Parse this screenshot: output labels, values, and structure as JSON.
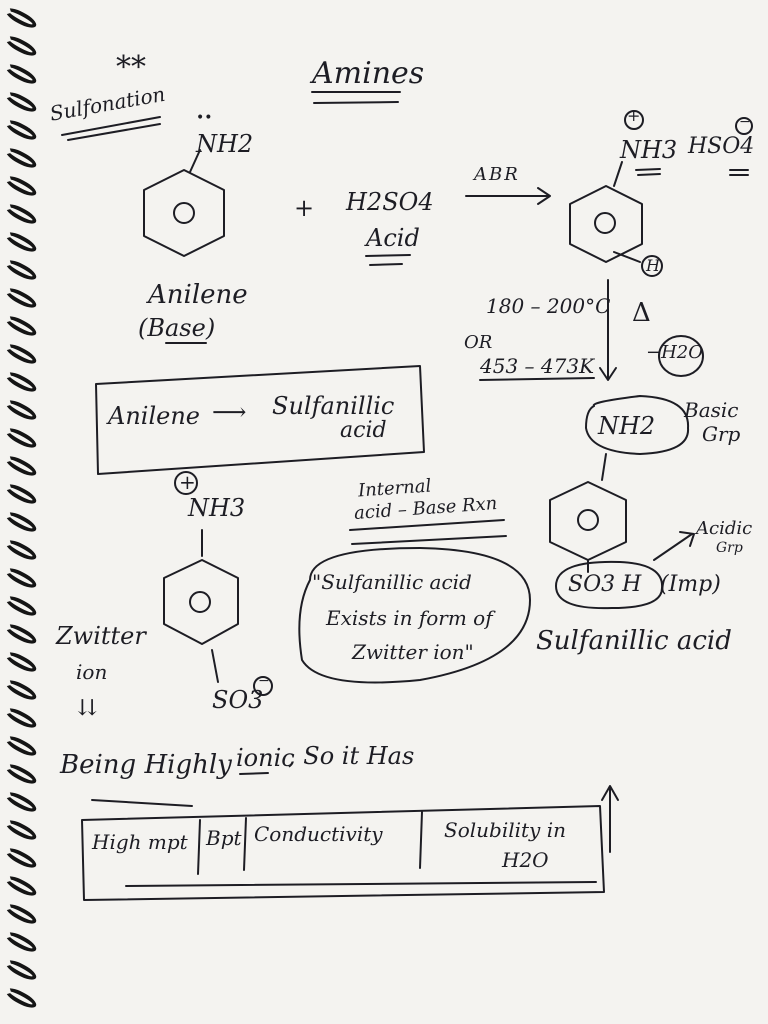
{
  "page_title": "Amines",
  "stars": "**",
  "section_title": "Sulfonation",
  "reactant": {
    "group": "NH2",
    "name": "Anilene",
    "type": "(Base)",
    "charge_dots": "••"
  },
  "plus": "+",
  "reagent": {
    "formula": "H2SO4",
    "type": "Acid"
  },
  "condition": "ABR",
  "intermediate": {
    "group": "NH3",
    "counter_ion": "HSO4",
    "plus_charge": "+",
    "minus_charge": "−",
    "h_label": "H"
  },
  "heating": {
    "temp_c": "180 – 200°C",
    "or": "OR",
    "temp_k": "453 – 473K",
    "delta": "Δ",
    "loss": "−H2O"
  },
  "box_text": {
    "from": "Anilene",
    "arrow": "⟶",
    "to_line1": "Sulfanillic",
    "to_line2": "acid"
  },
  "product": {
    "basic_group": "NH2",
    "basic_label_1": "Basic",
    "basic_label_2": "Grp",
    "acidic_group": "SO3 H",
    "acidic_label_1": "Acidic",
    "acidic_label_2": "Grp",
    "imp": "(Imp)",
    "name": "Sulfanillic acid"
  },
  "internal": {
    "line1": "Internal",
    "line2": "acid – Base Rxn"
  },
  "zwitter_structure": {
    "top": "NH3",
    "top_charge": "+",
    "bottom": "SO3",
    "bottom_charge": "−"
  },
  "zwitter_label": {
    "line1": "Zwitter",
    "line2": "ion",
    "arrow": "⇊"
  },
  "quote": {
    "line1": "\"Sulfanillic acid",
    "line2": "Exists in form of",
    "line3": "Zwitter ion\""
  },
  "statement": {
    "before": "Being Highly",
    "ionic": "ionic",
    "after": ", So it Has"
  },
  "properties": {
    "p1": "High mpt",
    "p2": "Bpt",
    "p3": "Conductivity",
    "p4": "Solubility in",
    "p4b": "H2O",
    "arrow": "↑"
  }
}
